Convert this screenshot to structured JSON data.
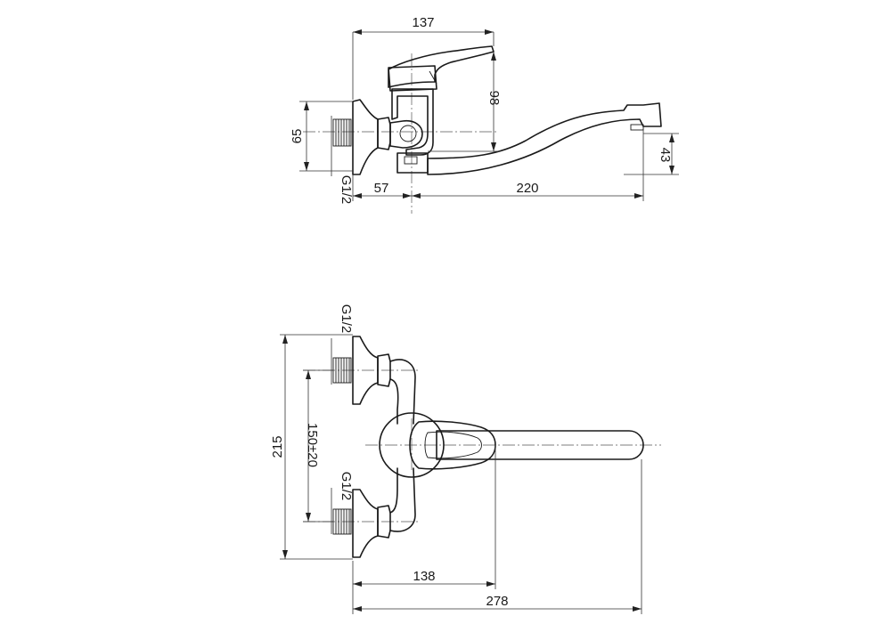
{
  "side_view": {
    "dim_width": "137",
    "dim_height": "98",
    "dim_outlet": "65",
    "dim_thread": "G1/2",
    "dim_wall": "57",
    "dim_spout": "220",
    "dim_spout_height": "43"
  },
  "top_view": {
    "dim_thread_top": "G1/2",
    "dim_thread_bottom": "G1/2",
    "dim_centers": "150±20",
    "dim_total_height": "215",
    "dim_handle": "138",
    "dim_total_reach": "278"
  }
}
